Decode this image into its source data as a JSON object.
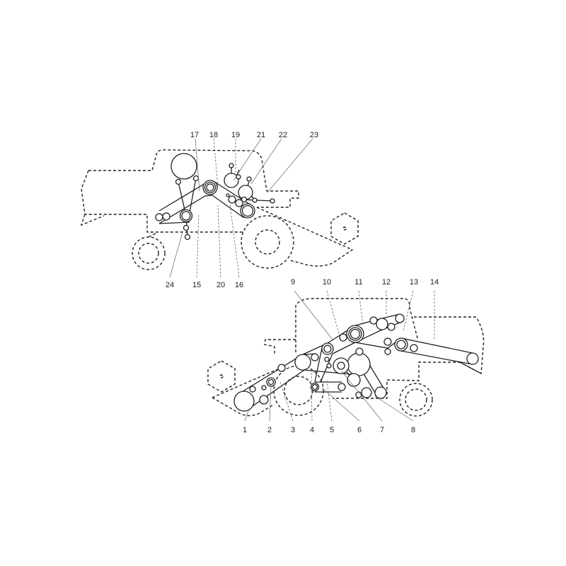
{
  "diagram": {
    "upper_view": {
      "labels_top": [
        "17",
        "18",
        "19",
        "21",
        "22",
        "23"
      ],
      "labels_bottom": [
        "24",
        "15",
        "20",
        "16"
      ]
    },
    "lower_view": {
      "labels_top": [
        "9",
        "10",
        "11",
        "12",
        "13",
        "14"
      ],
      "labels_bottom": [
        "1",
        "2",
        "3",
        "4",
        "5",
        "6",
        "7",
        "8"
      ]
    }
  }
}
